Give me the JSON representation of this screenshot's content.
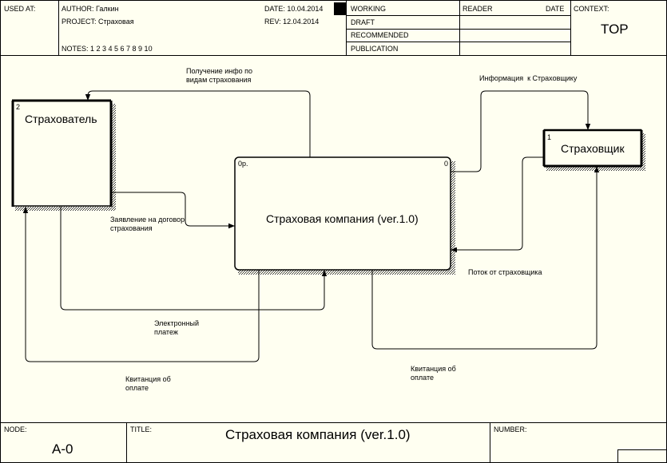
{
  "header": {
    "used_at_label": "USED AT:",
    "author": "AUTHOR:  Галкин",
    "project": "PROJECT:  Страховая",
    "date": "DATE: 10.04.2014",
    "rev": "REV:   12.04.2014",
    "notes": "NOTES:  1  2  3  4  5  6  7  8  9  10",
    "statuses": [
      "WORKING",
      "DRAFT",
      "RECOMMENDED",
      "PUBLICATION"
    ],
    "reader_label": "READER",
    "date_label": "DATE",
    "context_label": "CONTEXT:",
    "context_value": "TOP"
  },
  "diagram": {
    "boxes": [
      {
        "number": "2",
        "title": "Страхователь"
      },
      {
        "number": "0р.",
        "title": "Страховая компания (ver.1.0)",
        "corner": "0"
      },
      {
        "number": "1",
        "title": "Страховщик"
      }
    ],
    "flows": [
      "Получение инфо по\nвидам страхования",
      "Информация  к Страховщику",
      "Заявление на договор\nстрахования",
      "Поток от страховщика",
      "Электронный\nплатеж",
      "Квитанция об\nоплате",
      "Квитанция об\nоплате"
    ]
  },
  "footer": {
    "node_label": "NODE:",
    "node_value": "A-0",
    "title_label": "TITLE:",
    "title_value": "Страховая компания (ver.1.0)",
    "number_label": "NUMBER:"
  }
}
